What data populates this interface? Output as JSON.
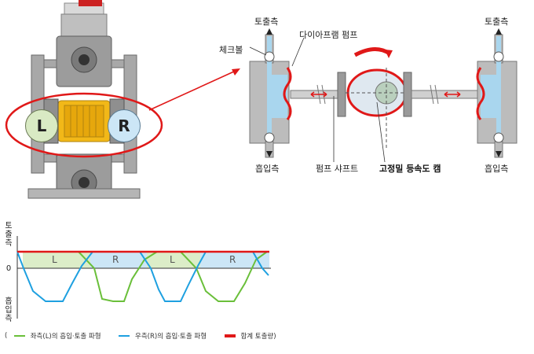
{
  "pump_image": {
    "left_label": "L",
    "right_label": "R"
  },
  "cross_section": {
    "discharge_left": "토출측",
    "discharge_right": "토출측",
    "check_ball": "체크볼",
    "diaphragm_pump": "다이아프램 펌프",
    "suction_left": "흡입측",
    "suction_right": "흡입측",
    "pump_shaft": "펌프 샤프트",
    "cam": "고정밀 등속도 캠"
  },
  "waveform": {
    "y_top": "토출측",
    "y_zero": "0",
    "y_bottom": "흡입측",
    "segments": [
      "L",
      "R",
      "L",
      "R"
    ]
  },
  "legend": {
    "open_paren": "(",
    "left_wave": "좌측(L)의 흡입·토출 파형",
    "right_wave": "우측(R)의 흡입·토출 파형",
    "total": "합계 토출량)",
    "colors": {
      "left": "#6abf3a",
      "right": "#1ea0e0",
      "total": "#e01818"
    }
  }
}
